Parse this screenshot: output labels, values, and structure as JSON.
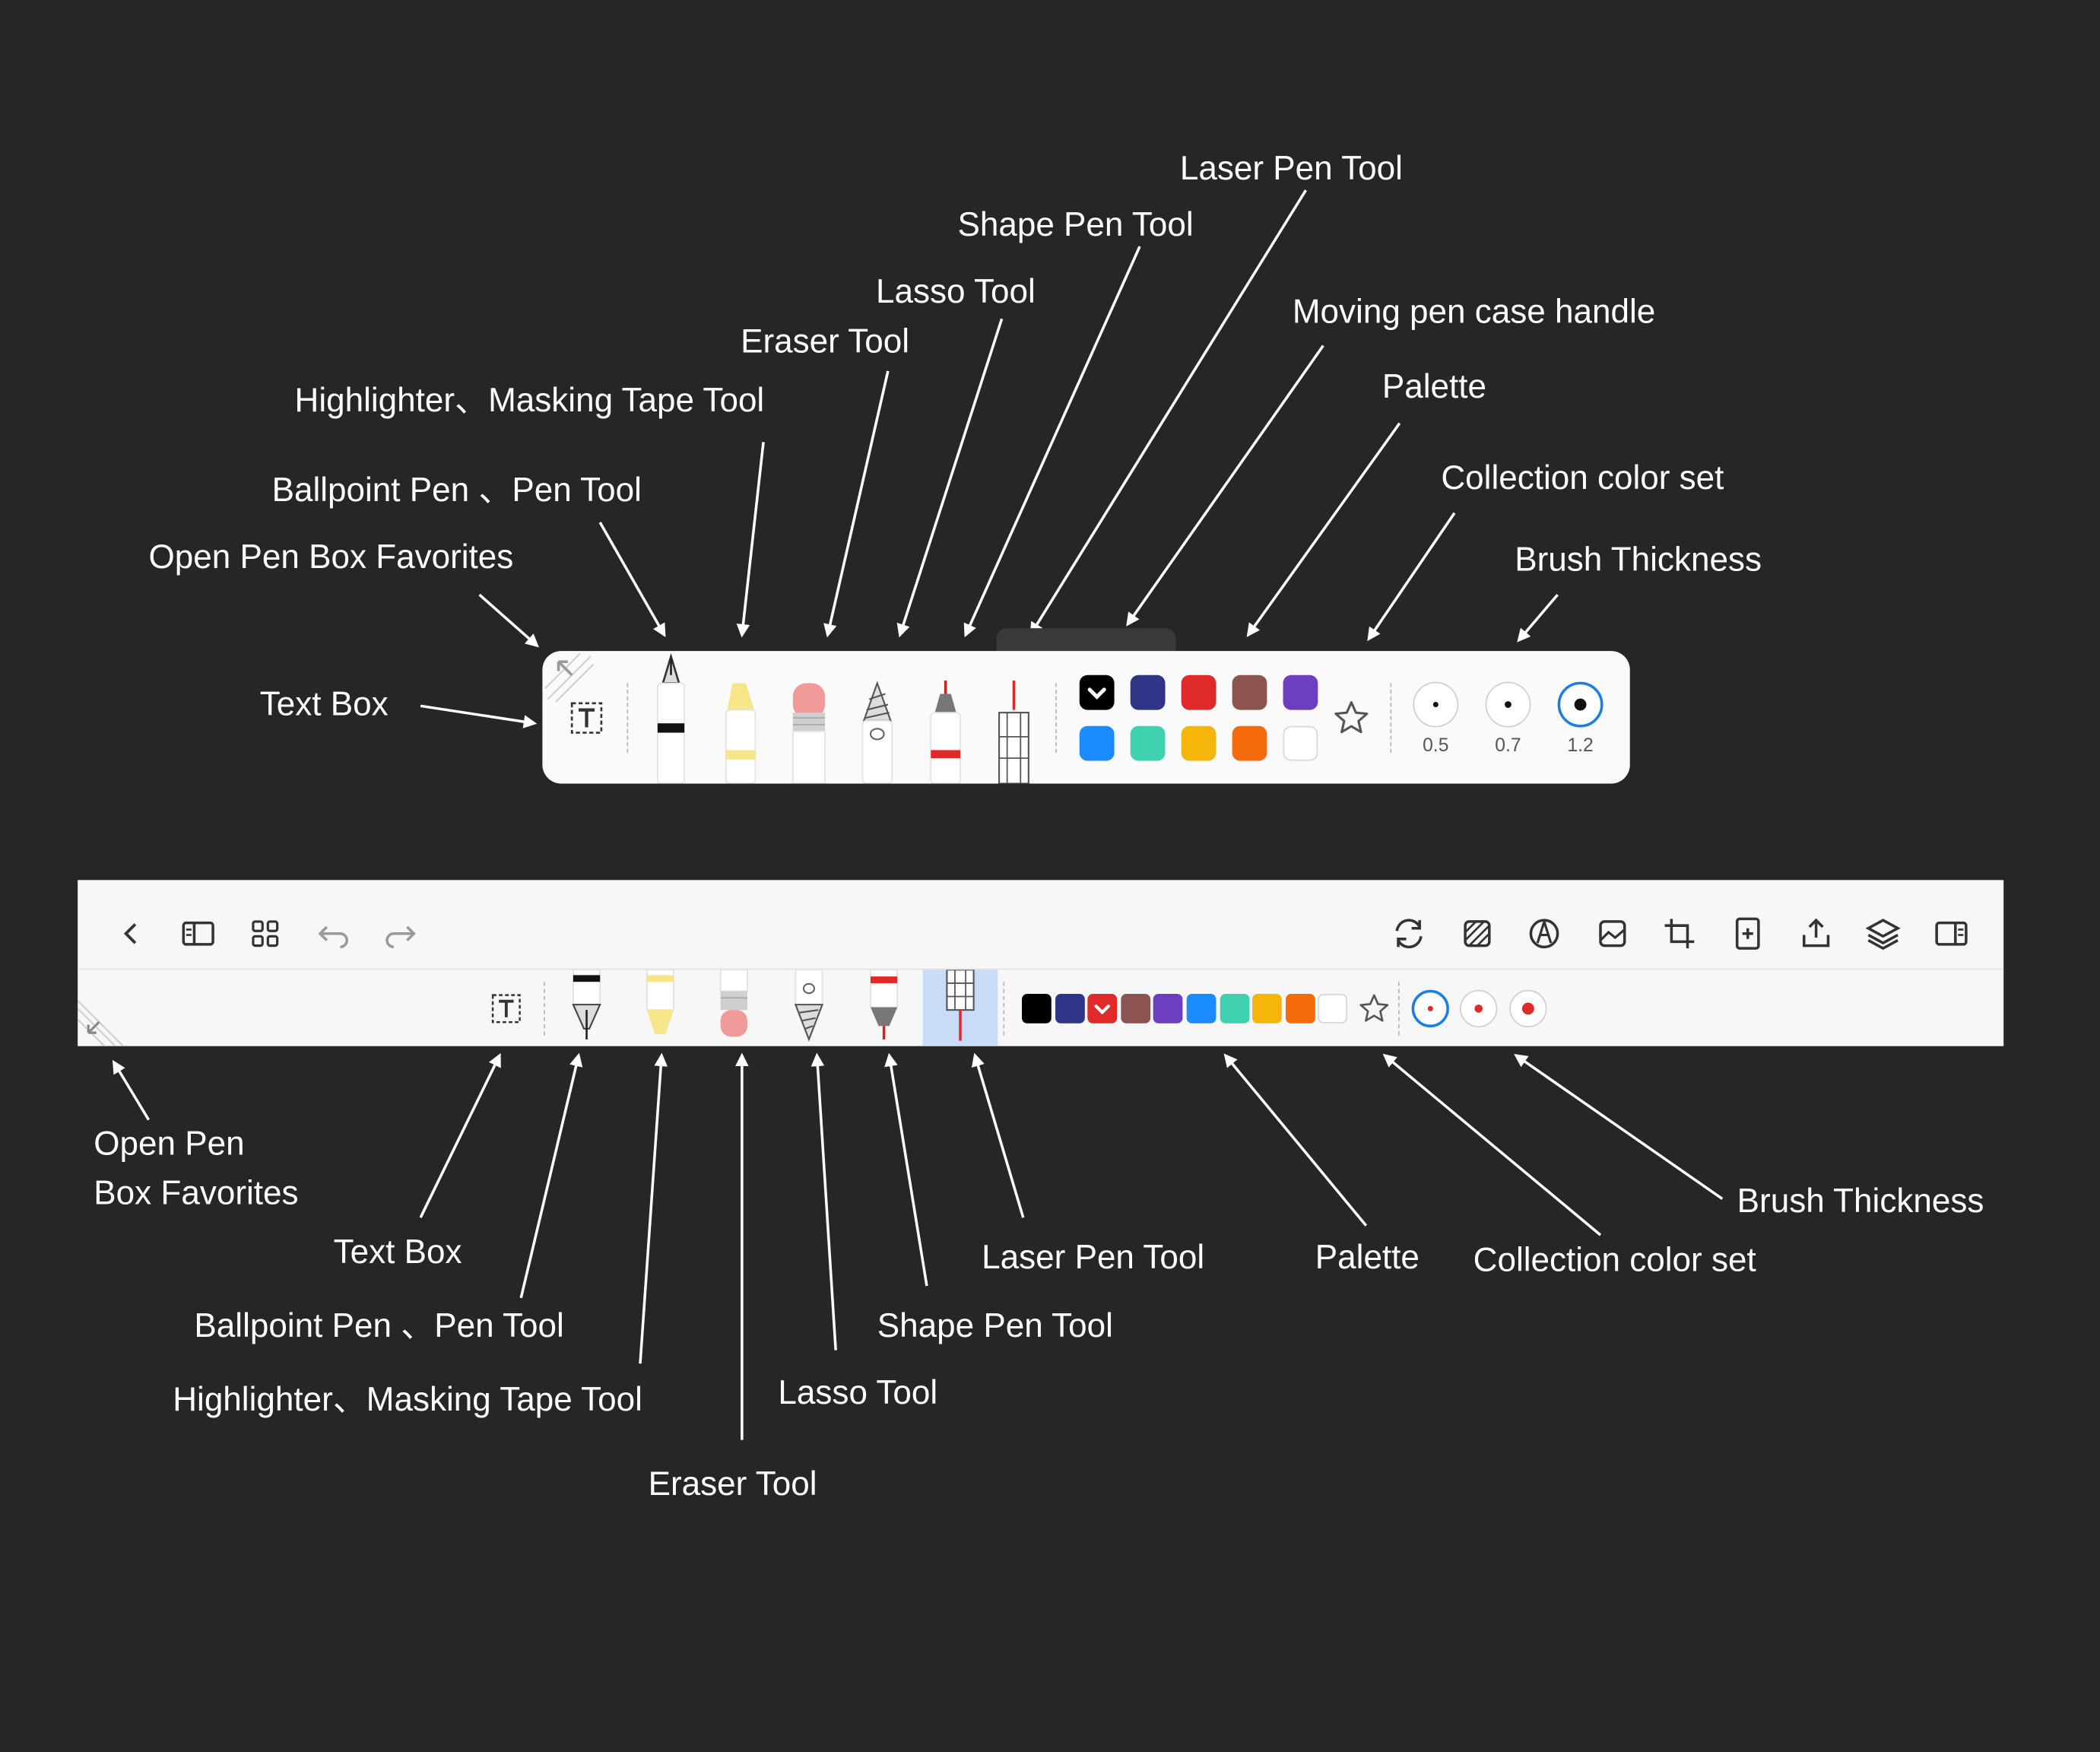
{
  "labels": {
    "top": {
      "laser": "Laser Pen Tool",
      "shape": "Shape Pen Tool",
      "lasso": "Lasso Tool",
      "eraser": "Eraser Tool",
      "moving": "Moving pen case handle",
      "highlighter": "Highlighter、Masking Tape Tool",
      "palette": "Palette",
      "collection": "Collection color set",
      "ballpoint": "Ballpoint Pen 、Pen Tool",
      "favorites": "Open Pen Box Favorites",
      "thickness": "Brush Thickness",
      "textbox": "Text Box"
    },
    "bottom": {
      "favorites1": "Open Pen",
      "favorites2": "Box Favorites",
      "textbox": "Text Box",
      "ballpoint": "Ballpoint Pen 、Pen Tool",
      "highlighter": "Highlighter、Masking Tape Tool",
      "eraser": "Eraser Tool",
      "lasso": "Lasso Tool",
      "shape": "Shape Pen Tool",
      "laser": "Laser Pen Tool",
      "palette": "Palette",
      "collection": "Collection color set",
      "thickness": "Brush Thickness"
    }
  },
  "pen_box": {
    "palette": [
      "#000000",
      "#2e3586",
      "#e02a2a",
      "#8c5450",
      "#6d3ebf",
      "#1a8cff",
      "#3fd1b0",
      "#f5b50a",
      "#f56a0a",
      "#ffffff"
    ],
    "selected_color": "#000000",
    "thickness": [
      "0.5",
      "0.7",
      "1.2"
    ],
    "selected_thickness": "1.2",
    "accent": "#1a7fe0"
  },
  "toolbar": {
    "palette": [
      "#000000",
      "#2e3586",
      "#e02a2a",
      "#8c5450",
      "#6d3ebf",
      "#1a8cff",
      "#3fd1b0",
      "#f5b50a",
      "#f56a0a",
      "#ffffff"
    ],
    "selected_color": "#e02a2a",
    "top_icons_left": [
      "back-icon",
      "sidebar-icon",
      "grid-icon",
      "undo-icon",
      "redo-icon"
    ],
    "top_icons_right": [
      "sync-icon",
      "hatch-icon",
      "pen-nib-icon",
      "image-icon",
      "crop-icon",
      "add-page-icon",
      "export-icon",
      "layers-icon",
      "panel-right-icon"
    ]
  }
}
